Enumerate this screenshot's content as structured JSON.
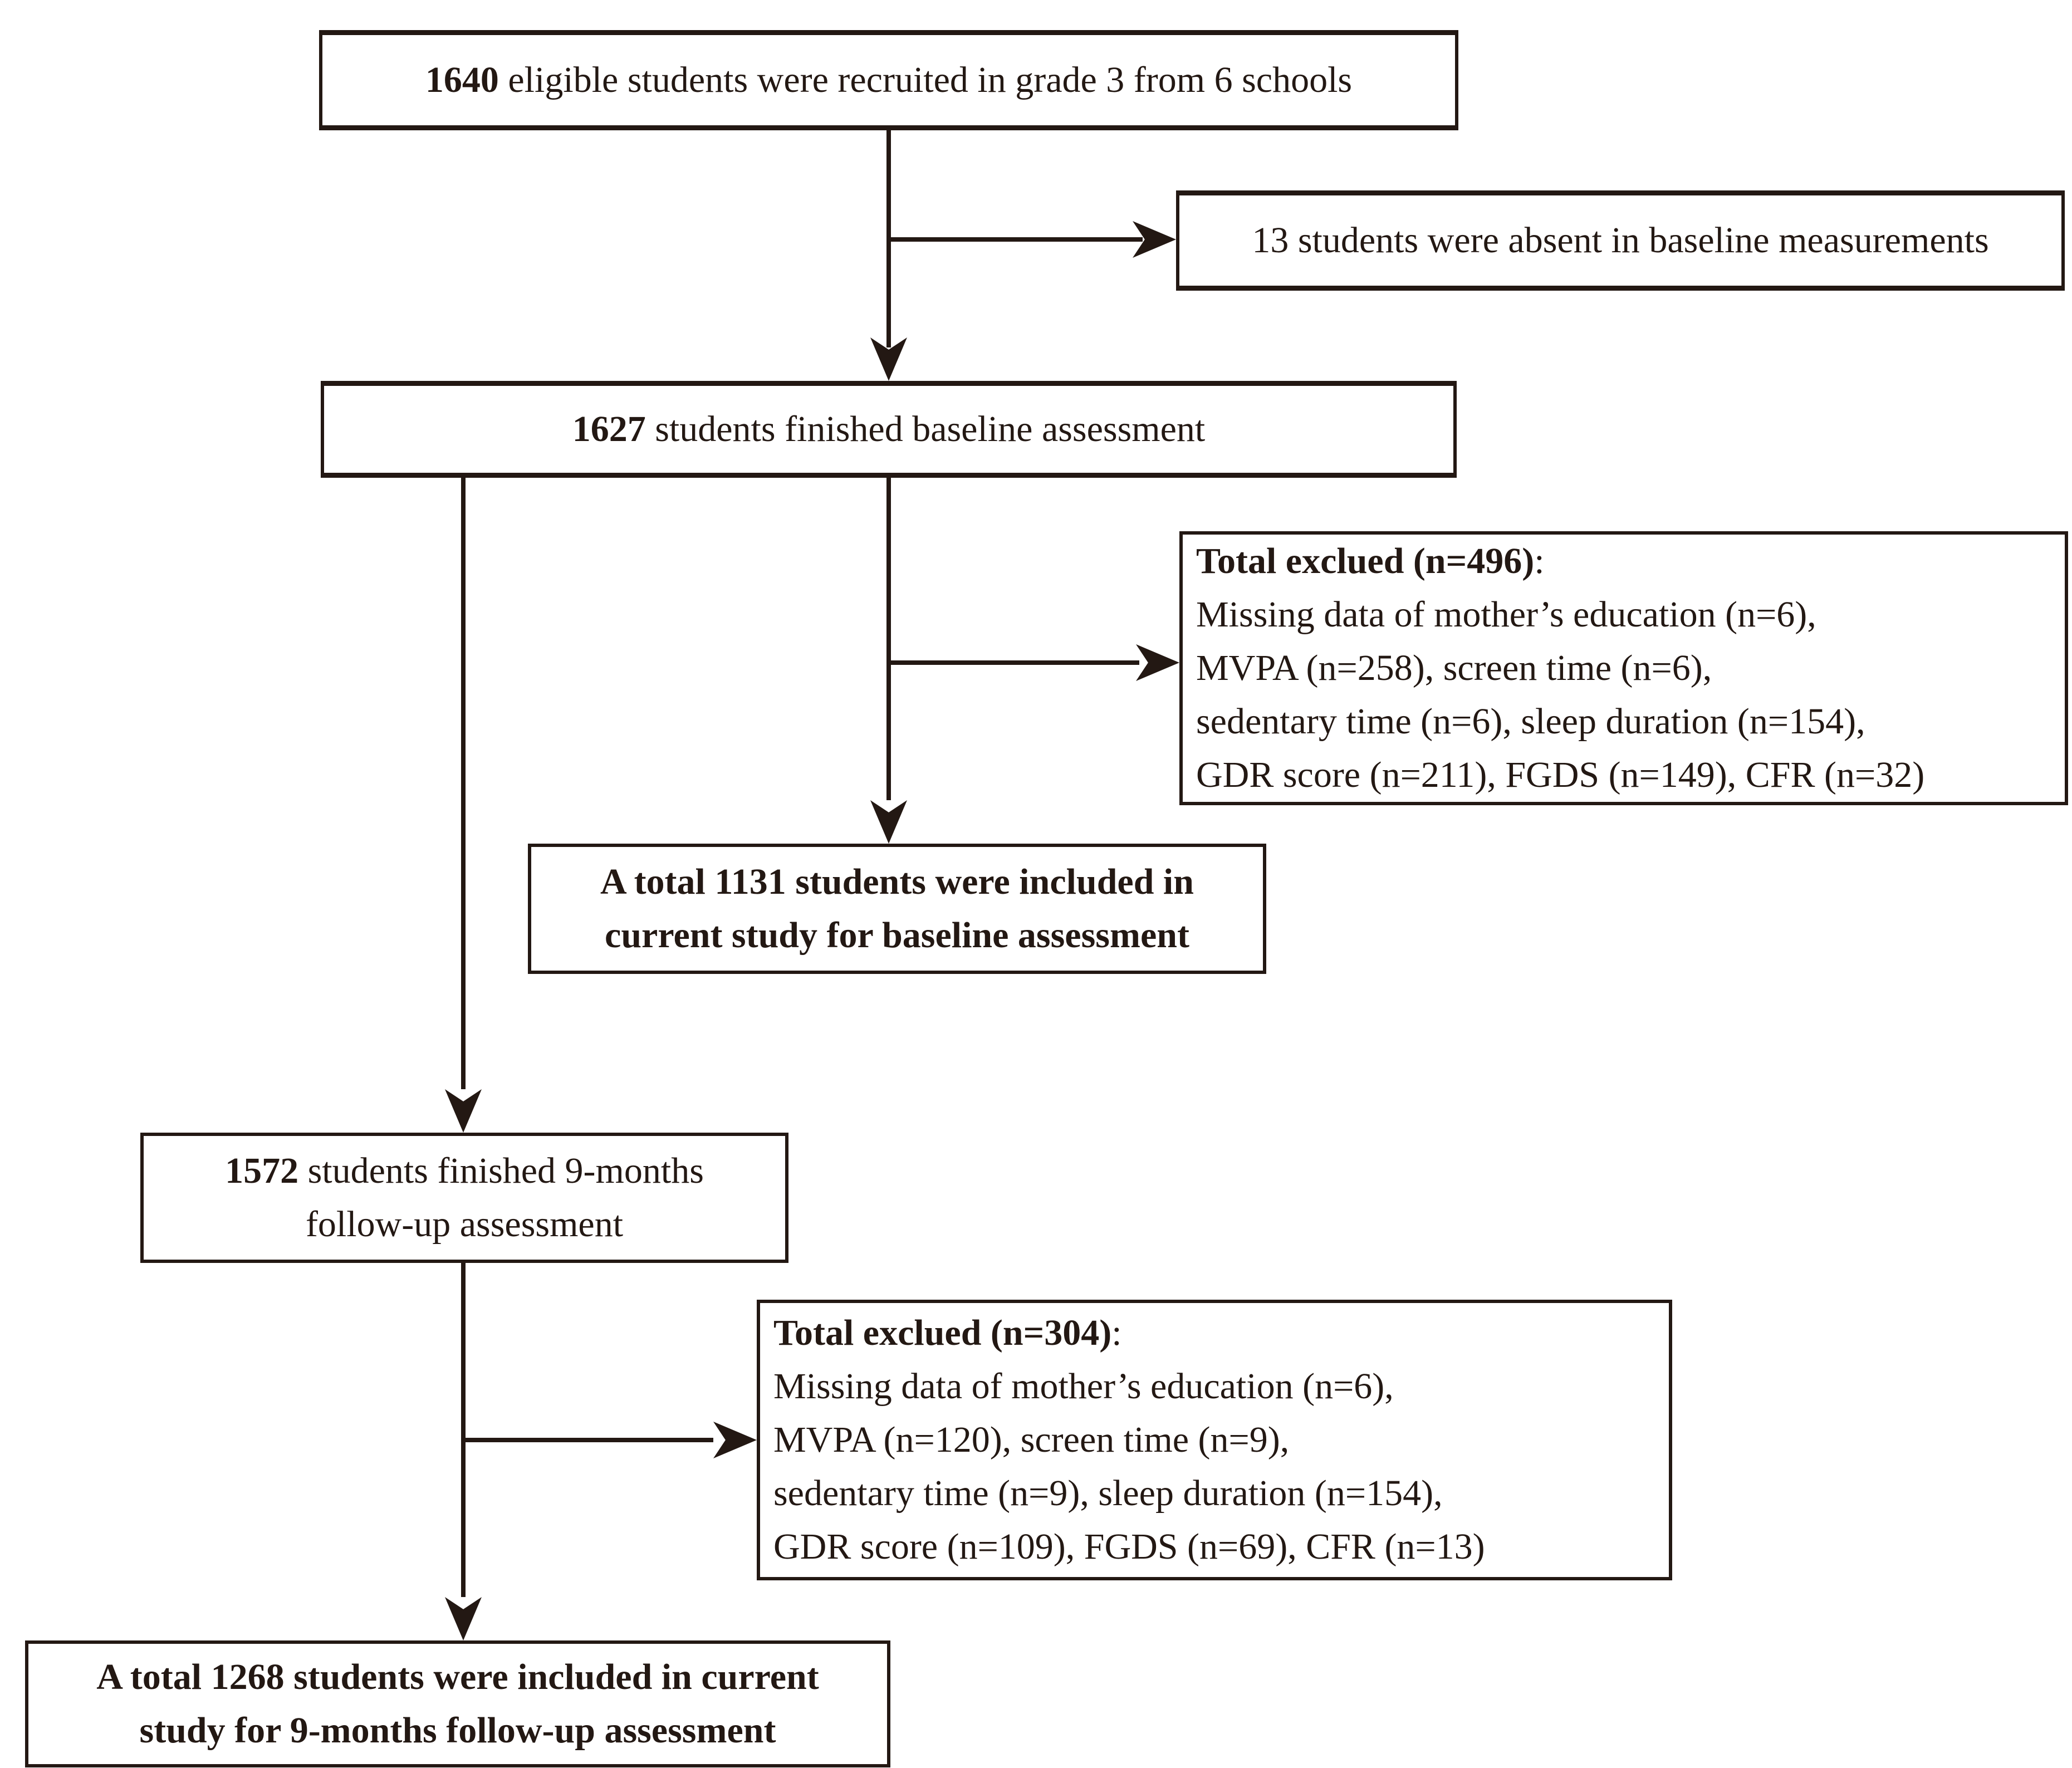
{
  "colors": {
    "ink": "#231813",
    "background": "#ffffff"
  },
  "boxes": {
    "recruited": {
      "count": "1640",
      "rest": " eligible students were recruited in grade 3 from 6 schools"
    },
    "absent": {
      "text": "13 students were absent in baseline measurements"
    },
    "baseline_finished": {
      "count": "1627",
      "rest": " students finished baseline assessment"
    },
    "excluded_baseline": {
      "title": "Total exclued (n=496)",
      "colon": ":",
      "lines": [
        "Missing data of mother’s education (n=6),",
        "MVPA (n=258), screen time (n=6),",
        "sedentary time (n=6), sleep duration (n=154),",
        "GDR score (n=211), FGDS (n=149), CFR (n=32)"
      ]
    },
    "included_baseline": {
      "line1": "A total 1131 students were included in",
      "line2": "current study for baseline assessment"
    },
    "followup_finished": {
      "count": "1572",
      "rest": " students finished 9-months",
      "line2": "follow-up assessment"
    },
    "excluded_followup": {
      "title": "Total exclued (n=304)",
      "colon": ":",
      "lines": [
        "Missing data of mother’s education (n=6),",
        "MVPA (n=120), screen time (n=9),",
        "sedentary time (n=9), sleep duration (n=154),",
        "GDR score (n=109), FGDS (n=69), CFR (n=13)"
      ]
    },
    "included_followup": {
      "line1": "A total 1268 students were included in current",
      "line2": "study for 9-months follow-up assessment"
    }
  }
}
